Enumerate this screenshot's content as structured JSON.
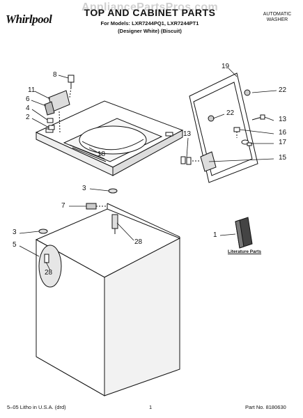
{
  "header": {
    "brand": "Whirlpool",
    "watermark": "AppliancePartsPros.com",
    "title": "TOP AND CABINET PARTS",
    "models_line": "For Models: LXR7244PQ1, LXR7244PT1",
    "colors_line": "(Designer White)  (Biscuit)",
    "product_line1": "AUTOMATIC",
    "product_line2": "WASHER"
  },
  "callouts": {
    "c8": "8",
    "c11": "11",
    "c6": "6",
    "c4": "4",
    "c2": "2",
    "c18": "18",
    "c19": "19",
    "c22a": "22",
    "c22b": "22",
    "c13a": "13",
    "c13b": "13",
    "c16": "16",
    "c17": "17",
    "c15": "15",
    "c3a": "3",
    "c7": "7",
    "c28a": "28",
    "c3b": "3",
    "c5": "5",
    "c28b": "28",
    "c1": "1"
  },
  "literature_label": "Literature Parts",
  "footer": {
    "left": "5–05 Litho in U.S.A. (drd)",
    "center": "1",
    "right": "Part No. 8180630"
  }
}
